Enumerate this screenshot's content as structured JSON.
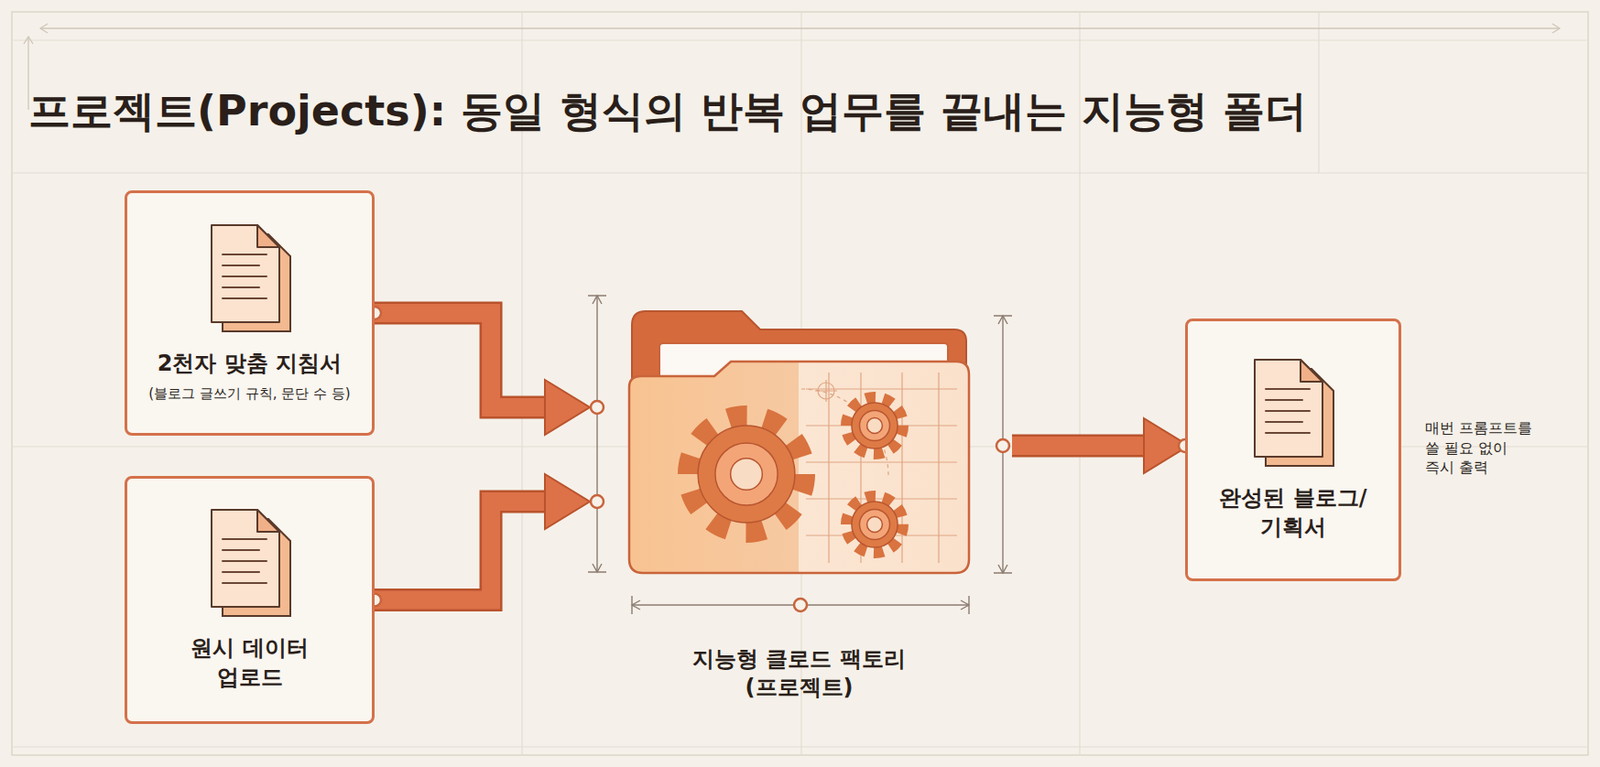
{
  "diagram": {
    "title": "프로젝트(Projects): 동일 형식의 반복 업무를 끝내는 지능형 폴더",
    "nodes": [
      {
        "text": [
          "2천자 맞춤 지침서",
          "(블로그 글쓰기 규칙, 문단 수 등)"
        ]
      },
      {
        "text": [
          "원시 데이터 업로드"
        ]
      },
      {
        "text": [
          "지능형 클로드 팩토리 (프로젝트)"
        ]
      },
      {
        "text": [
          "완성된 블로그/기획서"
        ]
      }
    ],
    "edges": [
      {
        "from": 0,
        "to": 2,
        "arrow": "to"
      },
      {
        "from": 1,
        "to": 2,
        "arrow": "to"
      },
      {
        "from": 2,
        "to": 3,
        "arrow": "to"
      }
    ],
    "labels": [
      "매번 프롬프트를 쓸 필요 없이 즉시 출력"
    ]
  }
}
